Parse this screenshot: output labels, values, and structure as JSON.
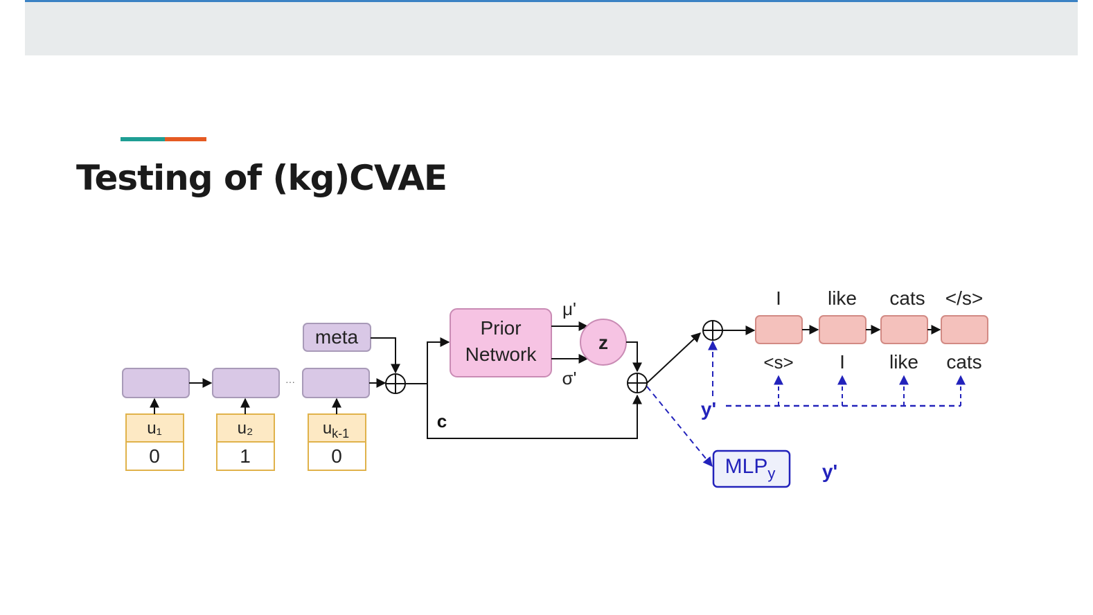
{
  "slide": {
    "title": "Testing of (kg)CVAE"
  },
  "diagram": {
    "utterances": [
      {
        "label": "u₁",
        "value": "0"
      },
      {
        "label": "u₂",
        "value": "1"
      },
      {
        "label": "u",
        "subscript": "k-1",
        "value": "0"
      }
    ],
    "ellipsis": "···",
    "meta_label": "meta",
    "prior_network_line1": "Prior",
    "prior_network_line2": "Network",
    "mu_label": "μ'",
    "sigma_label": "σ'",
    "z_label": "z",
    "c_label": "c",
    "decoder_outputs": [
      "I",
      "like",
      "cats",
      "</s>"
    ],
    "decoder_inputs": [
      "<s>",
      "I",
      "like",
      "cats"
    ],
    "y_prime_label": "y'",
    "mlp_label": "MLP",
    "mlp_subscript": "y",
    "colors": {
      "encoder_box": "#d9c8e6",
      "utterance_box": "#fde9c4",
      "utterance_border": "#e0b24a",
      "prior_network": "#f6c3e3",
      "z_node": "#f6c3e3",
      "decoder_box": "#f4c1bc",
      "blue": "#2222bb"
    }
  }
}
